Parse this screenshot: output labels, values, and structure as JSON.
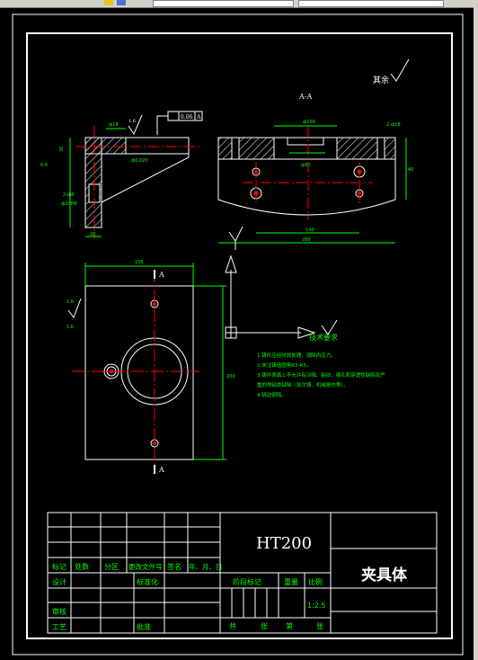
{
  "drawing": {
    "roughness_note": "其余",
    "section_label": "A-A",
    "view_label_a": "A",
    "tech_req_title": "技术要求",
    "tech_req": [
      "1.铸件应经时效处理，消除内应力。",
      "2.未注铸造圆角R3-R5。",
      "3.铸件表面上不允许有冷隔、裂纹、缩孔和穿透性缺陷及严",
      "  重的残缺类缺陷（如欠铸、机械损伤等）。",
      "4.锐边倒钝。"
    ],
    "dims": {
      "width_top": "156",
      "height_right": "200",
      "width_section": "280",
      "dim_phi100": "ф100",
      "dim_phi60": "ф60",
      "dim_2x": "2-ф18"
    }
  },
  "title_block": {
    "material": "HT200",
    "part_name": "夹具体",
    "row_labels": [
      "标记",
      "处数",
      "分区",
      "更改文件号",
      "签名",
      "年、月、日"
    ],
    "designer": "设计",
    "standardization": "标准化",
    "reviewer": "审核",
    "process": "工艺",
    "approval": "批准",
    "stage_mark": "阶段标记",
    "weight": "重量",
    "scale_label": "比例",
    "scale_value": "1:2.5",
    "sheets_total": "共",
    "sheets_word": "张",
    "sheet_no": "第",
    "sheet_word": "张"
  },
  "colors": {
    "background": "#000000",
    "lines": "#ffffff",
    "center_lines": "#ff0000",
    "text_green": "#00ff00",
    "dims_green": "#00ff00"
  }
}
